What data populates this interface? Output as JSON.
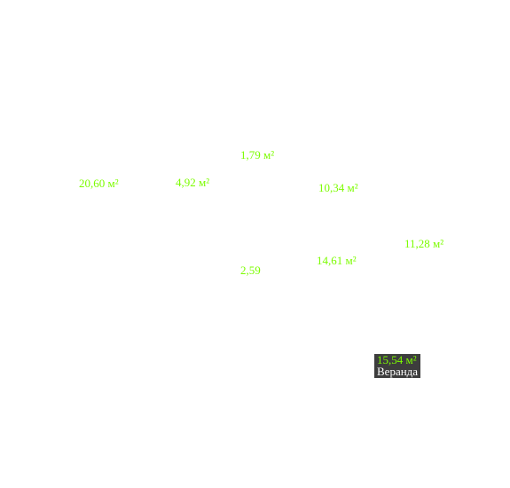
{
  "rooms": [
    {
      "id": "room-1",
      "area": "1,79 м²"
    },
    {
      "id": "room-2",
      "area": "20,60 м²"
    },
    {
      "id": "room-3",
      "area": "4,92 м²"
    },
    {
      "id": "room-4",
      "area": "10,34 м²"
    },
    {
      "id": "room-5",
      "area": "11,28 м²"
    },
    {
      "id": "room-6",
      "area": "14,61 м²"
    },
    {
      "id": "room-7",
      "area": "2,59"
    }
  ],
  "highlighted_room": {
    "area": "15,54 м²",
    "name": "Веранда"
  },
  "colors": {
    "area_text": "#7cfc00",
    "highlight_bg": "#3d3d3d",
    "highlight_name_text": "#ffffff",
    "background": "#ffffff"
  }
}
